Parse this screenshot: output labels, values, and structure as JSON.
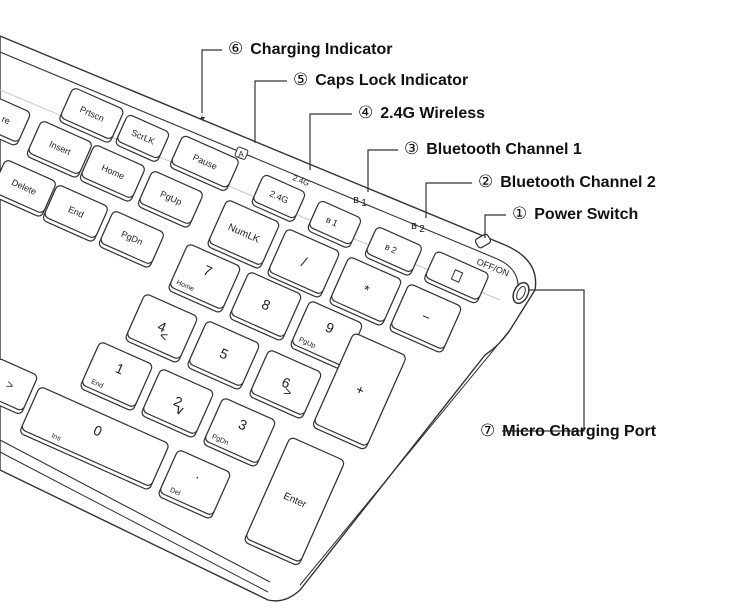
{
  "callouts": {
    "charging_indicator": {
      "num": "⑥",
      "label": "Charging Indicator"
    },
    "caps_lock_indicator": {
      "num": "⑤",
      "label": "Caps Lock Indicator"
    },
    "wireless_24g": {
      "num": "④",
      "label": "2.4G Wireless"
    },
    "bluetooth_channel_1": {
      "num": "③",
      "label": "Bluetooth Channel 1"
    },
    "bluetooth_channel_2": {
      "num": "②",
      "label": "Bluetooth Channel 2"
    },
    "power_switch": {
      "num": "①",
      "label": "Power Switch"
    },
    "micro_charging_port": {
      "num": "⑦",
      "label": "Micro Charging Port"
    }
  },
  "body_labels": {
    "indicator_24g": "2.4G",
    "indicator_bt1": "1",
    "indicator_bt2": "2",
    "caps_symbol": "A",
    "off_on": "OFF/ON"
  },
  "keys": {
    "prtscn": "Prtscn",
    "scrlk": "ScrLK",
    "pause": "Pause",
    "insert": "Insert",
    "home": "Home",
    "pgup": "PgUp",
    "delete": "Delete",
    "end": "End",
    "pgdn": "PgDn",
    "key_24g": "2.4G",
    "bt1": "1",
    "bt2": "2",
    "numlk": "NumLK",
    "slash": "/",
    "star": "*",
    "minus": "−",
    "plus": "+",
    "enter": "Enter",
    "n7": "7",
    "n7_sub": "Home",
    "n8": "8",
    "n9": "9",
    "n9_sub": "PgUp",
    "n4": "4",
    "n5": "5",
    "n6": "6",
    "n1": "1",
    "n1_sub": "End",
    "n2": "2",
    "n3": "3",
    "n3_sub": "PgDn",
    "n0": "0",
    "n0_sub": "Ins",
    "dot": "·",
    "dot_sub": "Del",
    "re": "re",
    "arrow_right": ">"
  }
}
